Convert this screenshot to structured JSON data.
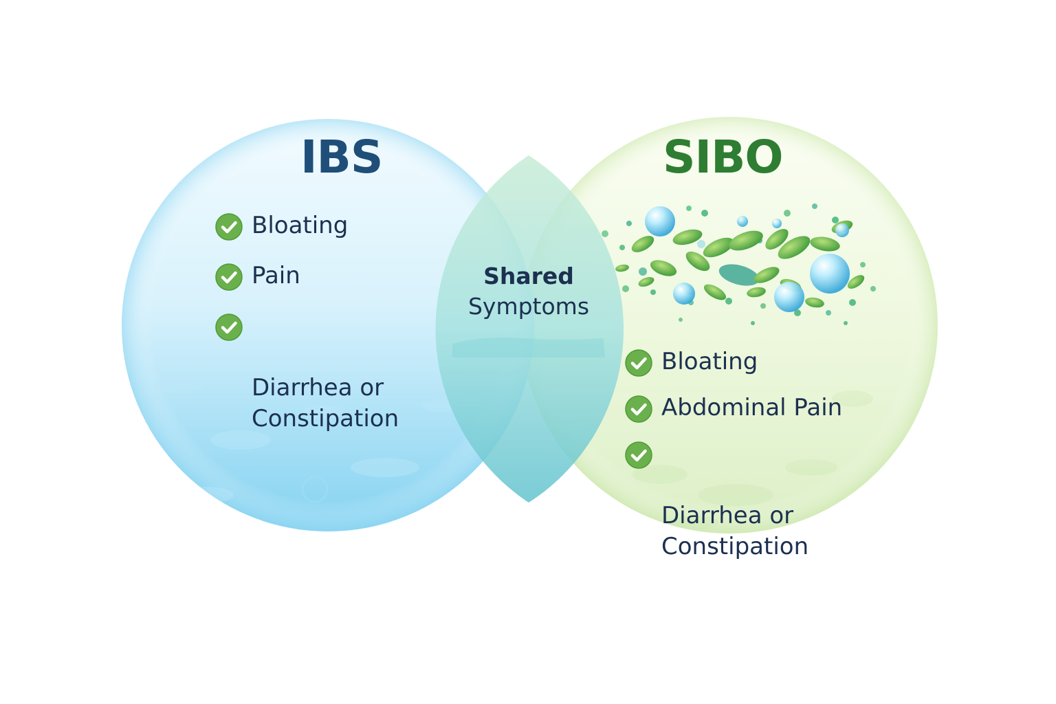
{
  "ibs": {
    "title": "IBS",
    "symptoms": [
      "Bloating",
      "Pain",
      "Diarrhea or\nConstipation"
    ]
  },
  "sibo": {
    "title": "SIBO",
    "symptoms": [
      "Bloating",
      "Abdominal Pain",
      "Diarrhea or\nConstipation"
    ]
  },
  "overlap": {
    "line1": "Shared",
    "line2": "Symptoms"
  },
  "colors": {
    "ibs_title": "#1f4e79",
    "sibo_title": "#2e7d32",
    "body_text": "#1c3050",
    "check_fill": "#6ab04c",
    "ibs_circle": "#aee3f7",
    "sibo_circle": "#e6f4d2",
    "overlap": "#7fd0d4"
  },
  "icons": {
    "check": "check-circle-icon",
    "bacteria": "bacteria-cluster-icon"
  }
}
